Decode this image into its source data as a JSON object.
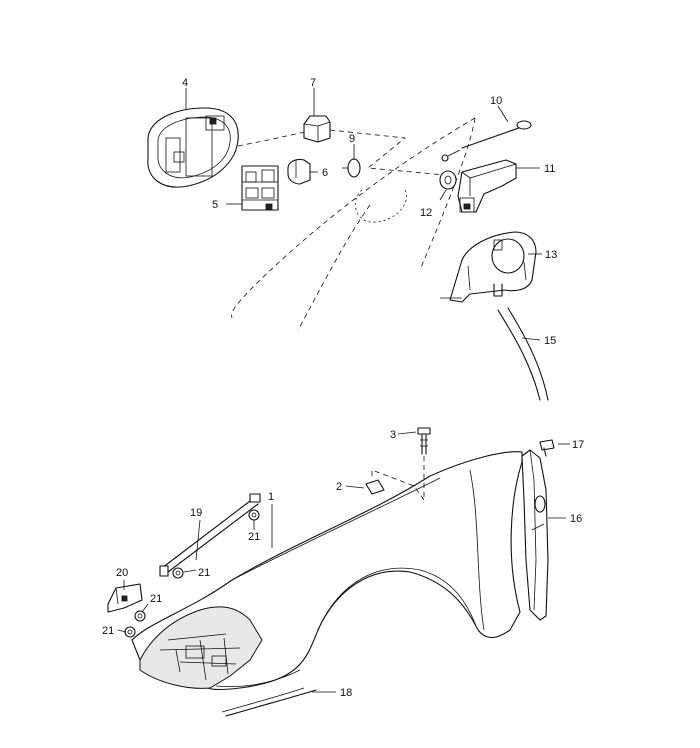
{
  "callouts": {
    "c1": "1",
    "c2": "2",
    "c3": "3",
    "c4": "4",
    "c5": "5",
    "c6": "6",
    "c7": "7",
    "c9": "9",
    "c10": "10",
    "c11": "11",
    "c12": "12",
    "c13": "13",
    "c15": "15",
    "c16": "16",
    "c17": "17",
    "c18": "18",
    "c19": "19",
    "c20": "20",
    "c21a": "21",
    "c21b": "21",
    "c21c": "21",
    "c21d": "21"
  }
}
